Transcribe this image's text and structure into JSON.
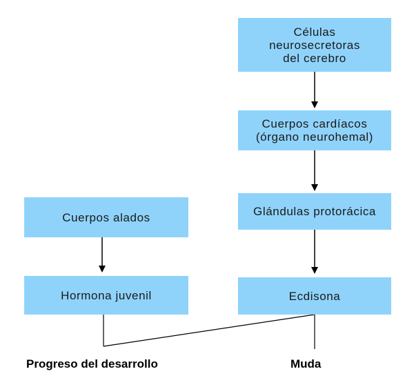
{
  "boxes": {
    "celulas": [
      "Células",
      "neurosecretoras",
      "del cerebro"
    ],
    "cardiacos": [
      "Cuerpos cardíacos",
      "(órgano neurohemal)"
    ],
    "glandulas": [
      "Glándulas protorácica"
    ],
    "ecdisona": [
      "Ecdisona"
    ],
    "alados": [
      "Cuerpos alados"
    ],
    "hormona": [
      "Hormona juvenil"
    ]
  },
  "outcomes": {
    "progreso": "Progreso del desarrollo",
    "muda": "Muda"
  },
  "colors": {
    "box_fill": "#8fd3fb",
    "line": "#000000",
    "text": "#1a1a1a"
  }
}
